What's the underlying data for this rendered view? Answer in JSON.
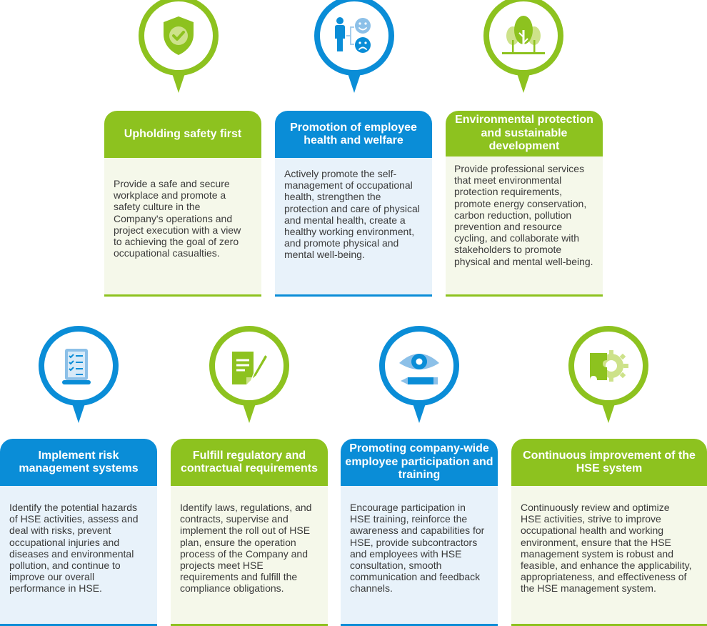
{
  "colors": {
    "green": "#8dc21f",
    "blue": "#0a8dd7",
    "light_green": "#f5f8ea",
    "light_blue": "#e8f2fa",
    "text": "#3a3a3a"
  },
  "cards": [
    {
      "icon": "shield-check-icon",
      "color": "green",
      "title": "Upholding safety first",
      "body": "Provide a safe and secure workplace and promote a safety culture in the Company's operations and project execution with a view to achieving the goal of zero occupational casualties."
    },
    {
      "icon": "employee-mood-icon",
      "color": "blue",
      "title": "Promotion of employee health and welfare",
      "body": "Actively promote the self-management of occupational health, strengthen the protection and care of physical and mental health, create a healthy working environment, and promote physical and mental well-being."
    },
    {
      "icon": "trees-icon",
      "color": "green",
      "title": "Environmental protection and sustainable development",
      "body": "Provide professional services that meet environmental protection requirements, promote energy conservation, carbon reduction, pollution prevention and resource cycling, and collaborate with stakeholders to promote physical and mental well-being."
    },
    {
      "icon": "checklist-scroll-icon",
      "color": "blue",
      "title": "Implement risk management systems",
      "body": "Identify the potential hazards of HSE activities, assess and deal with risks, prevent occupational injuries and diseases and environmental pollution, and continue to improve our overall performance in HSE."
    },
    {
      "icon": "document-pen-icon",
      "color": "green",
      "title": "Fulfill regulatory and contractual requirements",
      "body": "Identify laws, regulations, and contracts, supervise and implement the roll out of HSE plan, ensure the operation process of the Company and projects meet HSE requirements and fulfill the compliance obligations."
    },
    {
      "icon": "eye-pencil-icon",
      "color": "blue",
      "title": "Promoting company-wide employee participation and training",
      "body": "Encourage participation in HSE training, reinforce the awareness and capabilities for HSE, provide subcontractors and employees with HSE consultation, smooth communication and feedback channels."
    },
    {
      "icon": "gear-puzzle-icon",
      "color": "green",
      "title": "Continuous improvement of the HSE system",
      "body": "Continuously review and optimize HSE activities, strive to improve occupational health and working environment, ensure that the HSE management system is robust and feasible, and enhance the applicability, appropriateness, and effectiveness of the HSE management system."
    }
  ]
}
